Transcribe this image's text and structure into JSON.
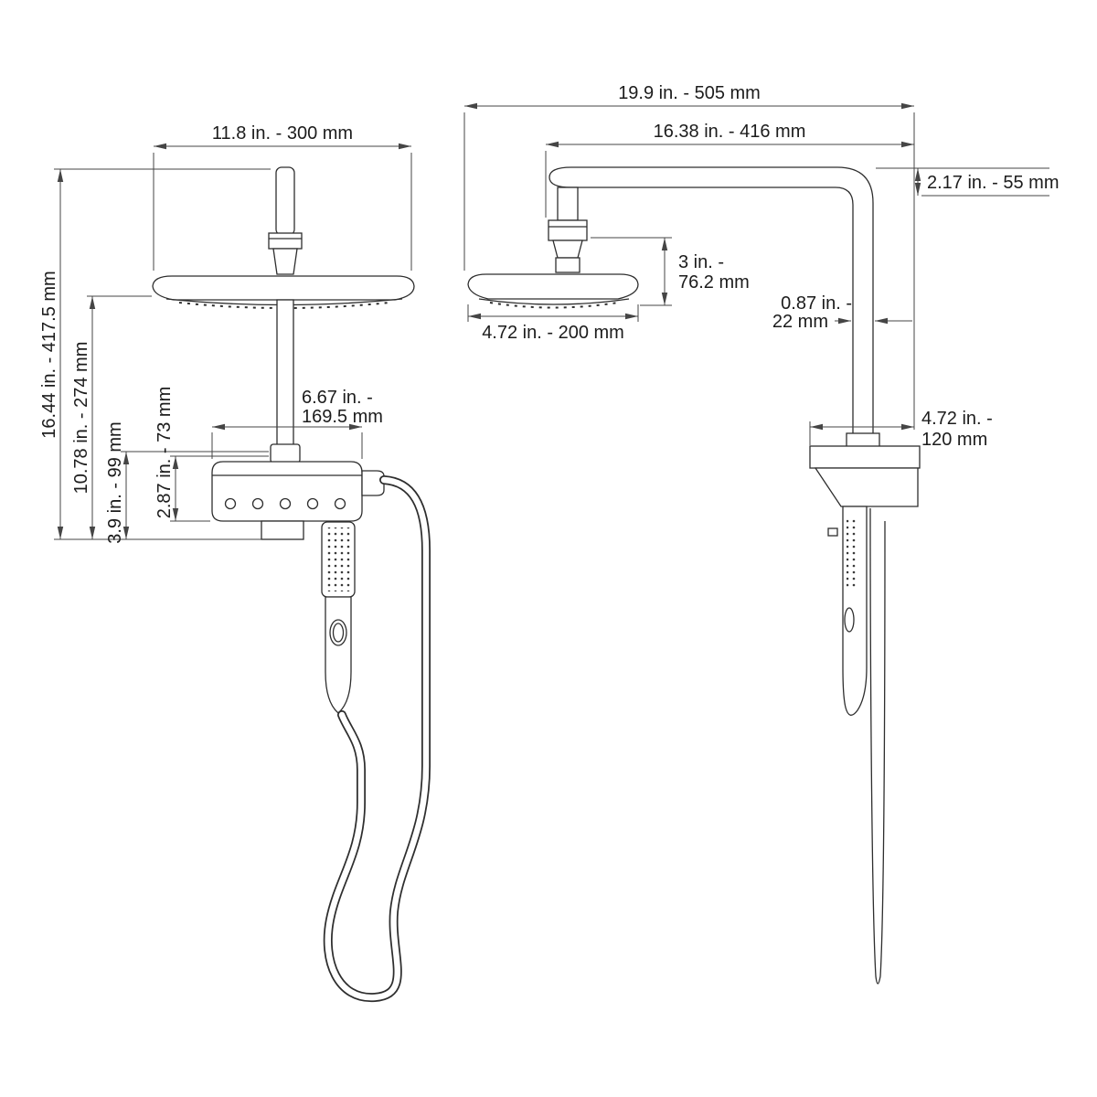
{
  "colors": {
    "line": "#2e2e2e",
    "dimension_line": "#454545",
    "text": "#1c1c1c",
    "background": "#ffffff"
  },
  "front_view": {
    "dimensions": {
      "head_width": "11.8 in. - 300 mm",
      "overall_height": "16.44 in. - 417.5 mm",
      "head_to_bracket_height": "10.78 in. - 274 mm",
      "valve_height_99": "3.9 in. - 99 mm",
      "valve_height_73": "2.87 in. - 73 mm",
      "valve_width_line1": "6.67 in. -",
      "valve_width_line2": "169.5 mm"
    }
  },
  "side_view": {
    "dimensions": {
      "overall_depth": "19.9 in. - 505 mm",
      "arm_reach": "16.38 in. - 416 mm",
      "arm_drop": "2.17 in. - 55 mm",
      "head_drop_line1": "3 in. -",
      "head_drop_line2": "76.2 mm",
      "pipe_width_line1": "0.87 in. -",
      "pipe_width_line2": "22 mm",
      "head_depth": "4.72 in. - 200 mm",
      "bracket_depth_line1": "4.72 in. -",
      "bracket_depth_line2": "120 mm"
    }
  }
}
